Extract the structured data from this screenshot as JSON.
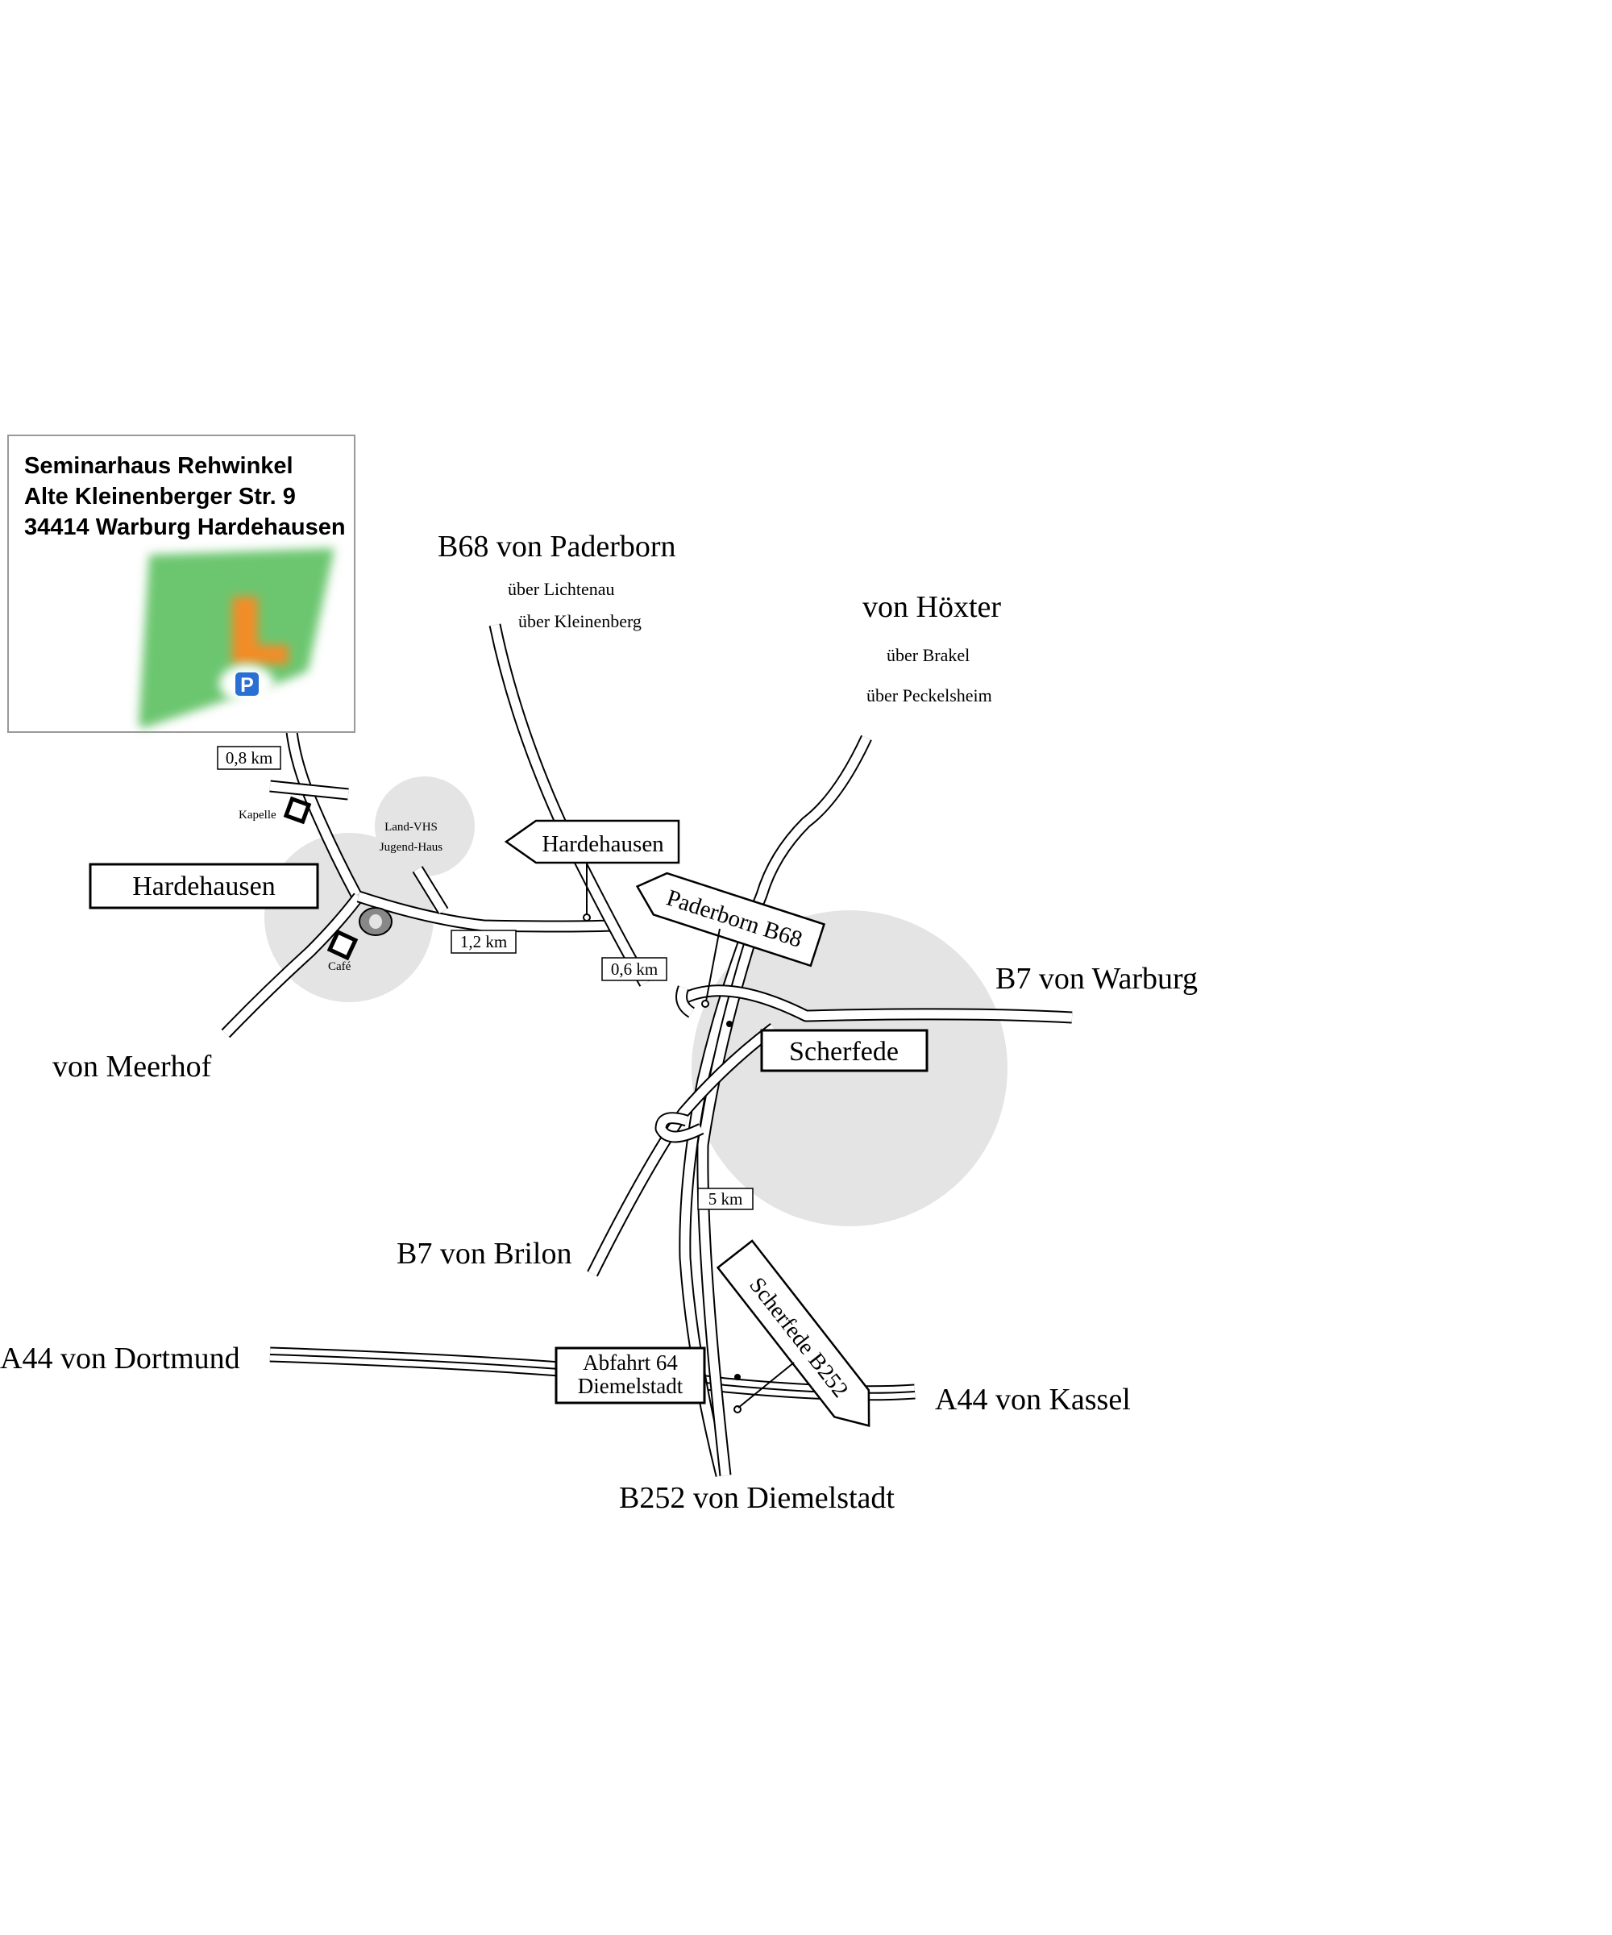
{
  "address": {
    "line1": "Seminarhaus Rehwinkel",
    "line2": "Alte Kleinenberger Str. 9",
    "line3": "34414 Warburg Hardehausen",
    "parking": "P"
  },
  "origins": {
    "b68_paderborn": "B68 von Paderborn",
    "ueber_lichtenau": "über Lichtenau",
    "ueber_kleinenberg": "über Kleinenberg",
    "hoexter": "von Höxter",
    "ueber_brakel": "über Brakel",
    "ueber_peckelsheim": "über Peckelsheim",
    "b7_warburg": "B7 von Warburg",
    "meerhof": "von Meerhof",
    "b7_brilon": "B7 von Brilon",
    "a44_dortmund": "A44 von Dortmund",
    "a44_kassel": "A44 von Kassel",
    "b252_diemelstadt": "B252 von Diemelstadt"
  },
  "places": {
    "hardehausen": "Hardehausen",
    "scherfede": "Scherfede",
    "kapelle": "Kapelle",
    "cafe": "Café",
    "vhs_line1": "Land-VHS",
    "vhs_line2": "Jugend-Haus",
    "abfahrt_line1": "Abfahrt 64",
    "abfahrt_line2": "Diemelstadt"
  },
  "signs": {
    "hardehausen": "Hardehausen",
    "paderborn_b68": "Paderborn B68",
    "scherfede_b252": "Scherfede B252"
  },
  "distances": {
    "d1": "0,8 km",
    "d2": "1,2 km",
    "d3": "0,6 km",
    "d4": "5 km"
  },
  "colors": {
    "forest": "#6cc66f",
    "building": "#f28c25",
    "parking": "#2a6fd4",
    "town_area": "#e4e4e4"
  },
  "icons": [
    "parking-icon",
    "building-icon",
    "chapel-icon",
    "cafe-icon",
    "roundabout-icon",
    "junction-marker-icon"
  ]
}
